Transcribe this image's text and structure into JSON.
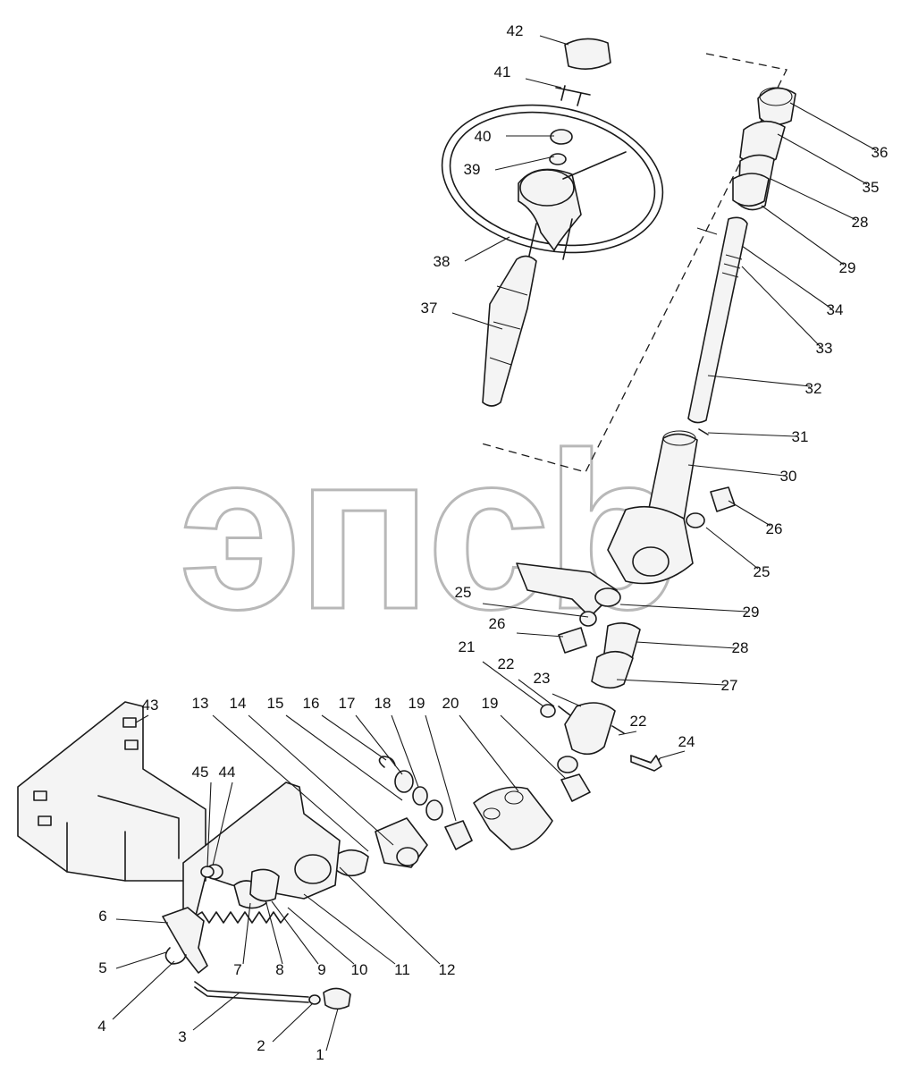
{
  "watermark": "эпсb",
  "callouts": [
    {
      "id": "1",
      "label": "1"
    },
    {
      "id": "2",
      "label": "2"
    },
    {
      "id": "3",
      "label": "3"
    },
    {
      "id": "4",
      "label": "4"
    },
    {
      "id": "5",
      "label": "5"
    },
    {
      "id": "6",
      "label": "6"
    },
    {
      "id": "7",
      "label": "7"
    },
    {
      "id": "8",
      "label": "8"
    },
    {
      "id": "9",
      "label": "9"
    },
    {
      "id": "10",
      "label": "10"
    },
    {
      "id": "11",
      "label": "11"
    },
    {
      "id": "12",
      "label": "12"
    },
    {
      "id": "13",
      "label": "13"
    },
    {
      "id": "14",
      "label": "14"
    },
    {
      "id": "15",
      "label": "15"
    },
    {
      "id": "16",
      "label": "16"
    },
    {
      "id": "17",
      "label": "17"
    },
    {
      "id": "18",
      "label": "18"
    },
    {
      "id": "19a",
      "label": "19"
    },
    {
      "id": "19b",
      "label": "19"
    },
    {
      "id": "20",
      "label": "20"
    },
    {
      "id": "21",
      "label": "21"
    },
    {
      "id": "22a",
      "label": "22"
    },
    {
      "id": "22b",
      "label": "22"
    },
    {
      "id": "23",
      "label": "23"
    },
    {
      "id": "24",
      "label": "24"
    },
    {
      "id": "25a",
      "label": "25"
    },
    {
      "id": "25b",
      "label": "25"
    },
    {
      "id": "26a",
      "label": "26"
    },
    {
      "id": "26b",
      "label": "26"
    },
    {
      "id": "27",
      "label": "27"
    },
    {
      "id": "28a",
      "label": "28"
    },
    {
      "id": "28b",
      "label": "28"
    },
    {
      "id": "29a",
      "label": "29"
    },
    {
      "id": "29b",
      "label": "29"
    },
    {
      "id": "30",
      "label": "30"
    },
    {
      "id": "31",
      "label": "31"
    },
    {
      "id": "32",
      "label": "32"
    },
    {
      "id": "33",
      "label": "33"
    },
    {
      "id": "34",
      "label": "34"
    },
    {
      "id": "35",
      "label": "35"
    },
    {
      "id": "36",
      "label": "36"
    },
    {
      "id": "37",
      "label": "37"
    },
    {
      "id": "38",
      "label": "38"
    },
    {
      "id": "39",
      "label": "39"
    },
    {
      "id": "40",
      "label": "40"
    },
    {
      "id": "41",
      "label": "41"
    },
    {
      "id": "42",
      "label": "42"
    },
    {
      "id": "43",
      "label": "43"
    },
    {
      "id": "44",
      "label": "44"
    },
    {
      "id": "45",
      "label": "45"
    }
  ]
}
